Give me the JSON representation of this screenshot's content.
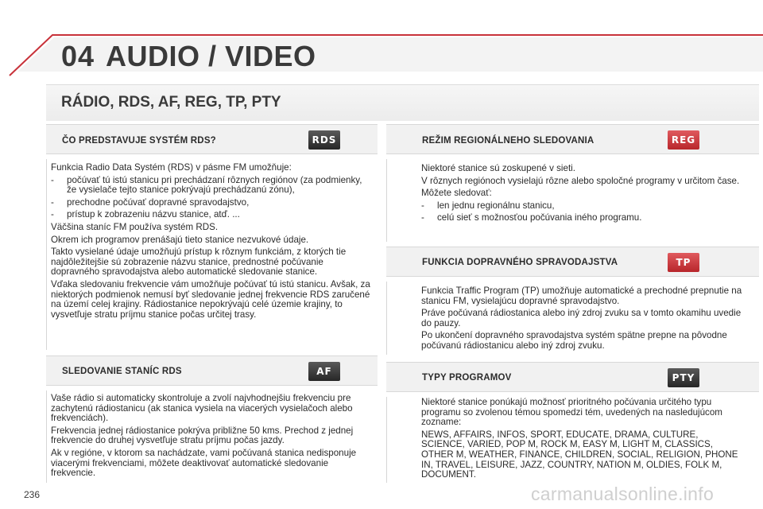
{
  "header": {
    "chapter_number": "04",
    "chapter_title": "AUDIO / VIDEO"
  },
  "section": {
    "title": "RÁDIO, RDS, AF, REG, TP, PTY"
  },
  "colors": {
    "accent_red": "#c8323a",
    "badge_dark": "#2f2f2f",
    "text": "#2b2b2b"
  },
  "left": {
    "rds": {
      "title": "ČO PREDSTAVUJE SYSTÉM RDS?",
      "badge": "RDS",
      "intro": "Funkcia Radio Data Systém (RDS) v pásme FM umožňuje:",
      "items": [
        "počúvať tú istú stanicu pri prechádzaní rôznych regiónov (za podmienky, že vysielače tejto stanice pokrývajú prechádzanú zónu),",
        "prechodne počúvať dopravné spravodajstvo,",
        "prístup k zobrazeniu názvu stanice, atď. ..."
      ],
      "para1": "Väčšina staníc FM používa systém RDS.",
      "para2": "Okrem ich programov prenášajú tieto stanice nezvukové údaje.",
      "para3": "Takto vysielané údaje umožňujú prístup k rôznym funkciám, z ktorých tie najdôležitejšie sú zobrazenie názvu stanice, prednostné počúvanie dopravného spravodajstva alebo automatické sledovanie stanice.",
      "para4": "Vďaka sledovaniu frekvencie vám umožňuje počúvať tú istú stanicu. Avšak, za niektorých podmienok nemusí byť sledovanie jednej frekvencie RDS zaručené na území celej krajiny. Rádiostanice nepokrývajú celé územie krajiny, to vysvetľuje stratu príjmu stanice počas určitej trasy."
    },
    "af": {
      "title": "SLEDOVANIE STANÍC RDS",
      "badge": "AF",
      "para1": "Vaše rádio si automaticky skontroluje a zvolí najvhodnejšiu frekvenciu pre zachytenú rádiostanicu (ak stanica vysiela na viacerých vysielačoch alebo frekvenciách).",
      "para2": "Frekvencia jednej rádiostanice pokrýva približne 50 kms. Prechod z jednej frekvencie do druhej vysvetľuje stratu príjmu počas jazdy.",
      "para3": "Ak v regióne, v ktorom sa nachádzate, vami počúvaná stanica nedisponuje viacerými frekvenciami, môžete deaktivovať automatické sledovanie frekvencie."
    }
  },
  "right": {
    "reg": {
      "title": "REŽIM REGIONÁLNEHO SLEDOVANIA",
      "badge": "REG",
      "para1": "Niektoré stanice sú zoskupené v sieti.",
      "para2": "V rôznych regiónoch vysielajú rôzne alebo spoločné programy v určitom čase.",
      "para3": "Môžete sledovať:",
      "items": [
        "len jednu regionálnu stanicu,",
        "celú sieť s možnosťou počúvania iného programu."
      ]
    },
    "tp": {
      "title": "FUNKCIA DOPRAVNÉHO SPRAVODAJSTVA",
      "badge": "TP",
      "para1": "Funkcia Traffic Program (TP) umožňuje automatické a prechodné prepnutie na stanicu FM, vysielajúcu dopravné spravodajstvo.",
      "para2": "Práve počúvaná rádiostanica alebo iný zdroj zvuku sa v tomto okamihu uvedie do pauzy.",
      "para3": "Po ukončení dopravného spravodajstva systém spätne prepne na pôvodne počúvanú rádiostanicu alebo iný zdroj zvuku."
    },
    "pty": {
      "title": "TYPY PROGRAMOV",
      "badge": "PTY",
      "para1": "Niektoré stanice ponúkajú možnosť prioritného počúvania určitého typu programu so zvolenou témou spomedzi tém, uvedených na nasledujúcom zozname:",
      "para2": "NEWS, AFFAIRS, INFOS, SPORT, EDUCATE, DRAMA, CULTURE, SCIENCE, VARIED, POP M, ROCK M, EASY M, LIGHT M, CLASSICS, OTHER M, WEATHER, FINANCE, CHILDREN, SOCIAL, RELIGION, PHONE IN, TRAVEL, LEISURE, JAZZ, COUNTRY, NATION M, OLDIES, FOLK M, DOCUMENT."
    }
  },
  "footer": {
    "page_number": "236",
    "watermark": "carmanualsonline.info"
  }
}
